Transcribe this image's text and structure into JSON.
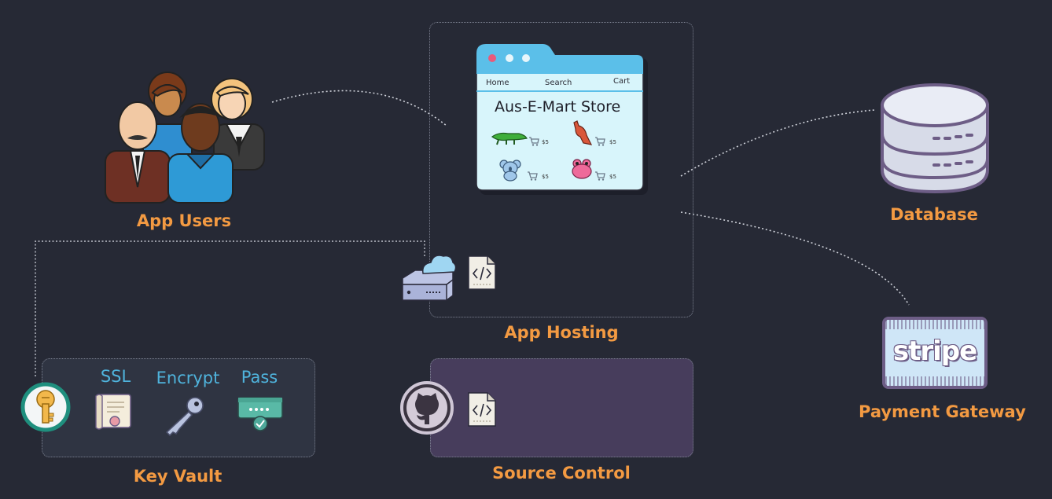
{
  "nodes": {
    "app_users": {
      "label": "App Users"
    },
    "app_hosting": {
      "label": "App Hosting"
    },
    "database": {
      "label": "Database"
    },
    "payment_gateway": {
      "label": "Payment Gateway",
      "logo_text": "stripe"
    },
    "key_vault": {
      "label": "Key Vault",
      "items": [
        {
          "label": "SSL",
          "icon": "certificate-icon"
        },
        {
          "label": "Encrypt",
          "icon": "key-icon"
        },
        {
          "label": "Pass",
          "icon": "password-icon"
        }
      ]
    },
    "source_control": {
      "label": "Source Control"
    }
  },
  "store": {
    "nav": [
      "Home",
      "Search",
      "Cart"
    ],
    "title": "Aus-E-Mart Store",
    "products": [
      {
        "icon": "crocodile-icon",
        "price": "$5"
      },
      {
        "icon": "kangaroo-icon",
        "price": "$5"
      },
      {
        "icon": "koala-icon",
        "price": "$5"
      },
      {
        "icon": "frog-icon",
        "price": "$5"
      }
    ]
  },
  "colors": {
    "background": "#262935",
    "label": "#f39a42",
    "vault_label": "#4fb3dc",
    "source_box": "#473d5c"
  }
}
